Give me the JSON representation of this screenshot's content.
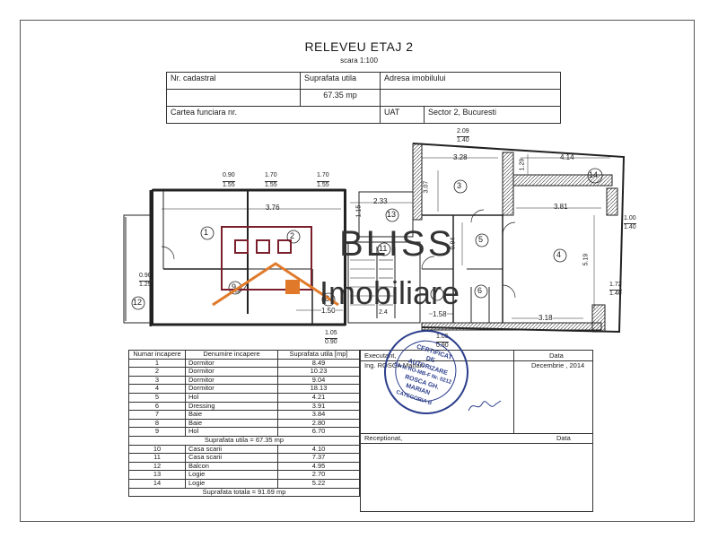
{
  "document": {
    "title": "RELEVEU  ETAJ 2",
    "scale": "scara 1:100"
  },
  "info_table": {
    "nr_cadastral": "Nr. cadastral",
    "suprafata_utila_label": "Suprafata utila",
    "suprafata_utila_value": "67.35  mp",
    "adresa_label": "Adresa  imobilului",
    "cartea_funciara": "Cartea funciara  nr.",
    "uat_label": "UAT",
    "uat_value": "Sector 2, Bucuresti"
  },
  "plan": {
    "dimensions": {
      "d1": "0.90",
      "d1b": "1.55",
      "d2": "1.70",
      "d2b": "1.55",
      "d3": "1.70",
      "d3b": "1.55",
      "d4": "2.09",
      "d4b": "1.40",
      "d5": "3.76",
      "d6": "2.33",
      "d7": "3.28",
      "d8": "4.14",
      "d9": "1.29",
      "d10": "3.07",
      "d11": "3.81",
      "d12": "1.00",
      "d12b": "1.40",
      "d13": "0.94",
      "d14": "5.19",
      "d15": "1.72",
      "d15b": "1.40",
      "d16": "0.90",
      "d16b": "1.25",
      "d17": "1.50",
      "d18": "1.58",
      "d19": "3.18",
      "d20": "1.05",
      "d20b": "0.90",
      "d21": "1.05",
      "d21b": "0.90",
      "d22": "1.15",
      "d23": "2.4"
    },
    "room_numbers": [
      "1",
      "2",
      "3",
      "4",
      "5",
      "6",
      "7",
      "8",
      "9",
      "11",
      "12",
      "13",
      "14"
    ]
  },
  "watermark": {
    "line1": "BLISS",
    "line2": "Imobiliare"
  },
  "rooms_table": {
    "headers": [
      "Numar incapere",
      "Denumire incapere",
      "Suprafata utila [mp]"
    ],
    "rows": [
      {
        "nr": "1",
        "name": "Dormitor",
        "area": "8.49"
      },
      {
        "nr": "2",
        "name": "Dormitor",
        "area": "10.23"
      },
      {
        "nr": "3",
        "name": "Dormitor",
        "area": "9.04"
      },
      {
        "nr": "4",
        "name": "Dormitor",
        "area": "18.13"
      },
      {
        "nr": "5",
        "name": "Hol",
        "area": "4.21"
      },
      {
        "nr": "6",
        "name": "Dressing",
        "area": "3.91"
      },
      {
        "nr": "7",
        "name": "Baie",
        "area": "3.84"
      },
      {
        "nr": "8",
        "name": "Baie",
        "area": "2.80"
      },
      {
        "nr": "9",
        "name": "Hol",
        "area": "6.70"
      }
    ],
    "subtotal": "Suprafata utila = 67.35 mp",
    "rows2": [
      {
        "nr": "10",
        "name": "Casa scarii",
        "area": "4.10"
      },
      {
        "nr": "11",
        "name": "Casa scarii",
        "area": "7.37"
      },
      {
        "nr": "12",
        "name": "Balcon",
        "area": "4.95"
      },
      {
        "nr": "13",
        "name": "Logie",
        "area": "2.70"
      },
      {
        "nr": "14",
        "name": "Logie",
        "area": "5.22"
      }
    ],
    "total": "Suprafata totala = 91.69 mp"
  },
  "signature": {
    "executant": "Executant,",
    "data_label": "Data",
    "ing": "Ing. ROSCA Marian",
    "date": "Decembrie , 2014",
    "receptionat": "Receptionat,",
    "data_label2": "Data"
  },
  "stamp": {
    "l1": "CERTIFICAT",
    "l2": "DE",
    "l3": "AUTORIZARE",
    "l4": "Seria RO-MB-F Nr. 0212",
    "l5": "ROSCA GH.",
    "l6": "MARIAN",
    "l7": "CATEGORIA B"
  }
}
